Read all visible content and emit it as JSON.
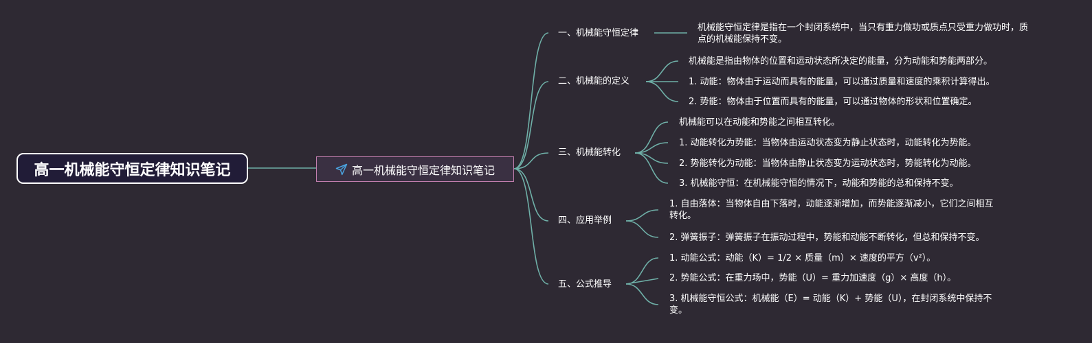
{
  "root": {
    "title": "高一机械能守恒定律知识笔记"
  },
  "hub": {
    "title": "高一机械能守恒定律知识笔记",
    "icon": "paper-plane-icon",
    "icon_color": "#4aa3df"
  },
  "colors": {
    "edge": "#6fb0a8",
    "hub_border": "#c47fb0",
    "root_border": "#ffffff"
  },
  "branches": [
    {
      "label": "一、机械能守恒定律",
      "leaves": [
        "机械能守恒定律是指在一个封闭系统中，当只有重力做功或质点只受重力做功时，质点的机械能保持不变。"
      ]
    },
    {
      "label": "二、机械能的定义",
      "leaves": [
        "机械能是指由物体的位置和运动状态所决定的能量，分为动能和势能两部分。",
        "1. 动能：物体由于运动而具有的能量，可以通过质量和速度的乘积计算得出。",
        "2. 势能：物体由于位置而具有的能量，可以通过物体的形状和位置确定。"
      ]
    },
    {
      "label": "三、机械能转化",
      "leaves": [
        "机械能可以在动能和势能之间相互转化。",
        "1. 动能转化为势能：当物体由运动状态变为静止状态时，动能转化为势能。",
        "2. 势能转化为动能：当物体由静止状态变为运动状态时，势能转化为动能。",
        "3. 机械能守恒：在机械能守恒的情况下，动能和势能的总和保持不变。"
      ]
    },
    {
      "label": "四、应用举例",
      "leaves": [
        "1. 自由落体：当物体自由下落时，动能逐渐增加，而势能逐渐减小，它们之间相互转化。",
        "2. 弹簧振子：弹簧振子在振动过程中，势能和动能不断转化，但总和保持不变。"
      ]
    },
    {
      "label": "五、公式推导",
      "leaves": [
        "1. 动能公式：动能（K）= 1/2 × 质量（m）× 速度的平方（v²）。",
        "2. 势能公式：在重力场中，势能（U）= 重力加速度（g）× 高度（h）。",
        "3. 机械能守恒公式：机械能（E）= 动能（K）+ 势能（U），在封闭系统中保持不变。"
      ]
    }
  ]
}
